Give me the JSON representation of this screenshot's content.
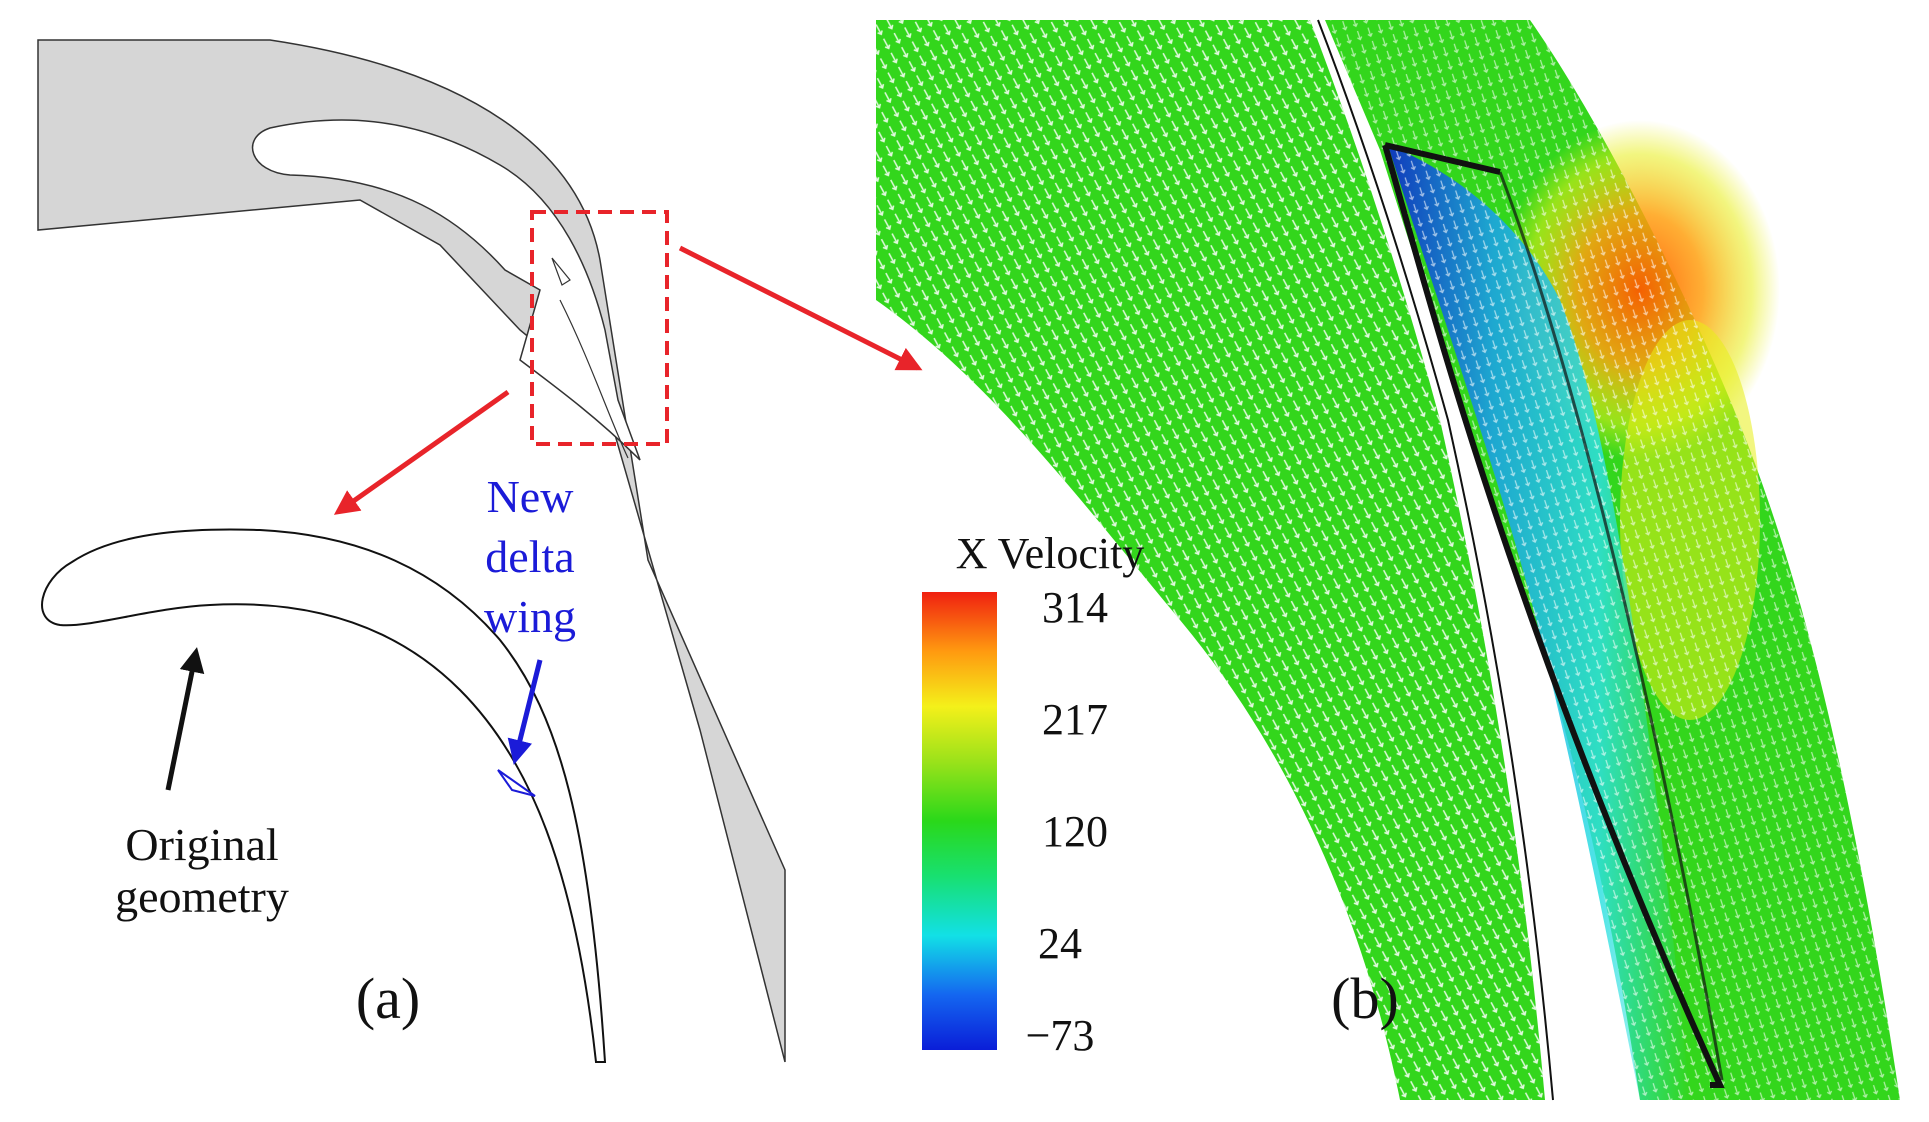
{
  "panel_a": {
    "label": "(a)",
    "annotation_original": [
      "Original",
      "geometry"
    ],
    "annotation_delta": [
      "New",
      "delta",
      "wing"
    ]
  },
  "panel_b": {
    "label": "(b)",
    "colorbar": {
      "title": "X Velocity",
      "ticks": [
        "314",
        "217",
        "120",
        "24",
        "−73"
      ]
    }
  },
  "colors": {
    "blade_fill": "#d6d6d6",
    "zoom_box": "#e8242a",
    "arrow_red": "#e8242a",
    "annotation_blue": "#1b1bd8",
    "flow_base": "#33d61c",
    "flow_low": "#0a22d0",
    "flow_mid_low": "#12d8e0",
    "flow_high": "#ff6a00"
  }
}
